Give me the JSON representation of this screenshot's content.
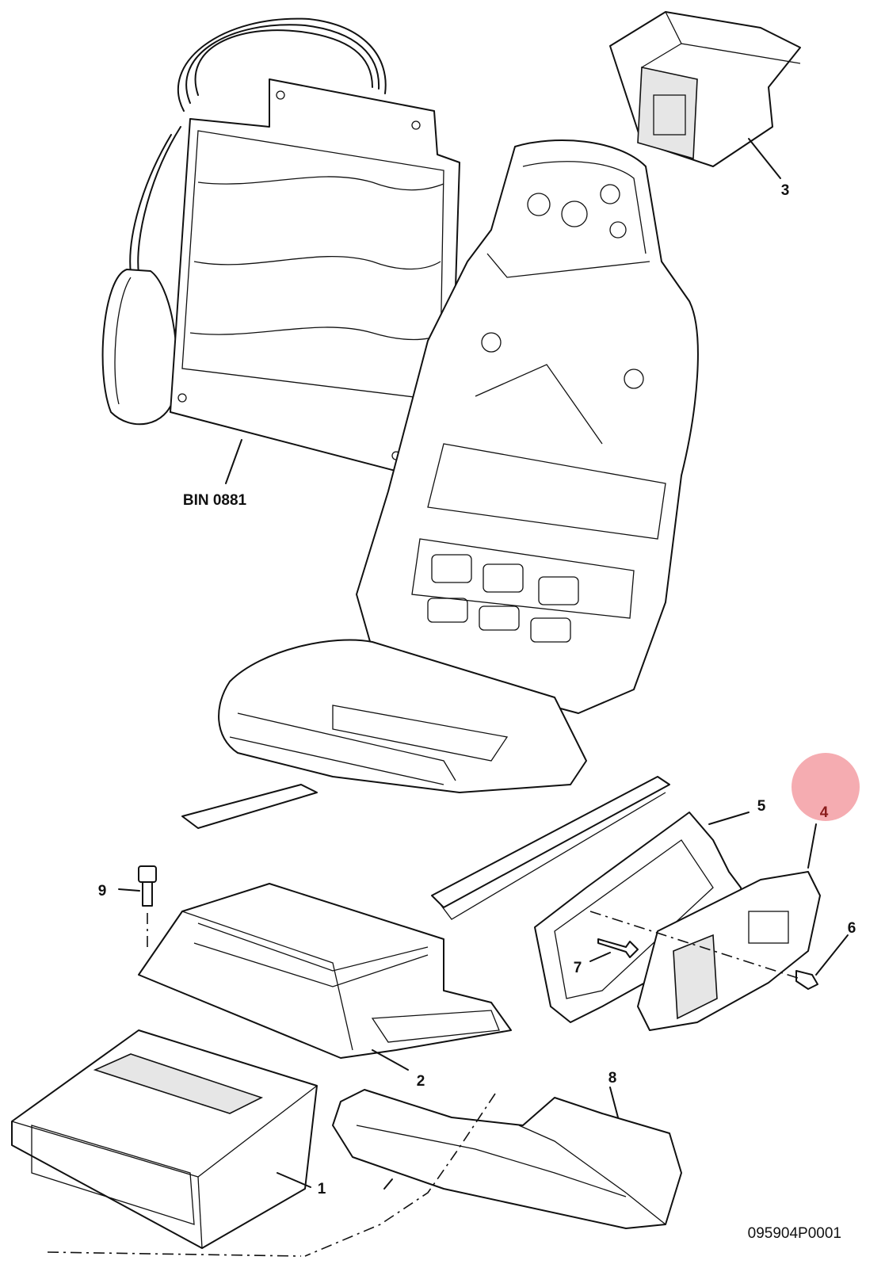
{
  "diagram": {
    "callouts": {
      "c1": "1",
      "c2": "2",
      "c3": "3",
      "c4": "4",
      "c5": "5",
      "c6": "6",
      "c7": "7",
      "c8": "8",
      "c9": "9",
      "bin": "BIN 0881"
    },
    "reference_code": "095904P0001",
    "highlight_color": "#f4a3a8",
    "highlighted_callout": "4"
  }
}
